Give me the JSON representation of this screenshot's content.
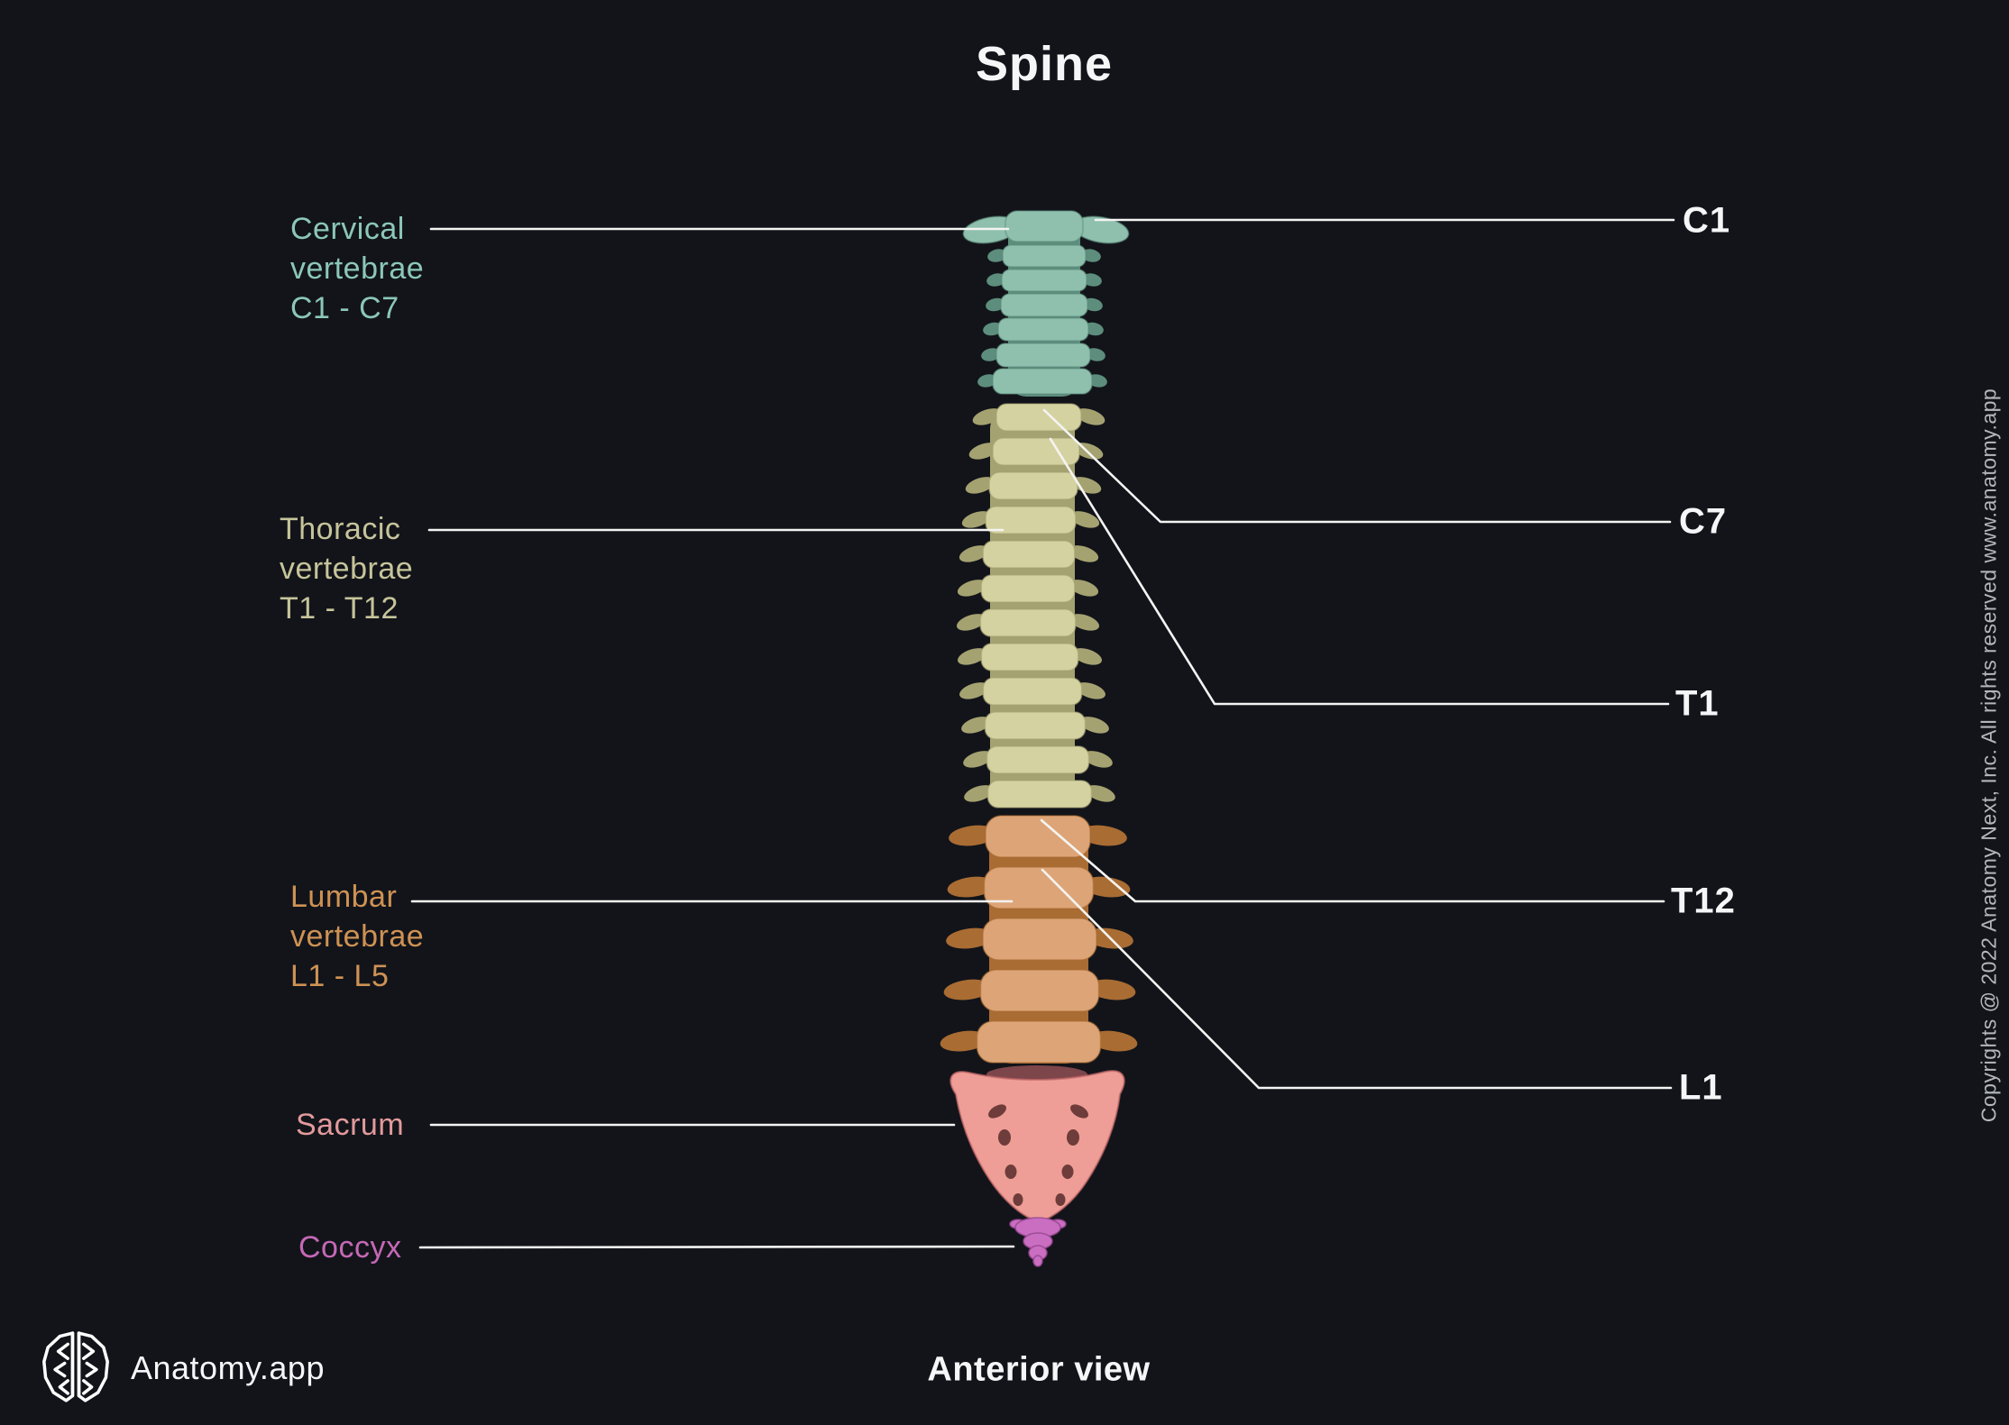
{
  "page": {
    "title": "Spine",
    "view_label": "Anterior view",
    "brand": "Anatomy.app",
    "copyright": "Copyrights @ 2022 Anatomy Next, Inc. All rights reserved www.anatomy.app"
  },
  "left_labels": [
    {
      "id": "cervical",
      "lines": [
        "Cervical",
        "vertebrae",
        "C1 - C7"
      ]
    },
    {
      "id": "thoracic",
      "lines": [
        "Thoracic",
        "vertebrae",
        "T1 - T12"
      ]
    },
    {
      "id": "lumbar",
      "lines": [
        "Lumbar",
        "vertebrae",
        "L1 - L5"
      ]
    },
    {
      "id": "sacrum",
      "lines": [
        "Sacrum"
      ]
    },
    {
      "id": "coccyx",
      "lines": [
        "Coccyx"
      ]
    }
  ],
  "right_labels": [
    {
      "text": "C1"
    },
    {
      "text": "C7"
    },
    {
      "text": "T1"
    },
    {
      "text": "T12"
    },
    {
      "text": "L1"
    }
  ],
  "palette": {
    "bg": "#12141a",
    "line": "#f4f4f2",
    "text": "#f5f6f7",
    "cervical": "#8fc0ae",
    "cervicalShade": "#5d8d7c",
    "cervicalText": "#8cc7b8",
    "thoracic": "#d5d2a2",
    "thoracicShade": "#a5a271",
    "thoracicText": "#c6c49a",
    "lumbar": "#dda577",
    "lumbarShade": "#a96c33",
    "lumbarText": "#ce9254",
    "sacrum": "#ee9e96",
    "sacrumShade": "#c4686a",
    "sacrumText": "#e29a9b",
    "coccyx": "#c96ec1",
    "coccyxShade": "#96458f",
    "coccyxText": "#c568b6",
    "foramen": "#4a2020",
    "copyrightText": "#b4b7b9"
  }
}
